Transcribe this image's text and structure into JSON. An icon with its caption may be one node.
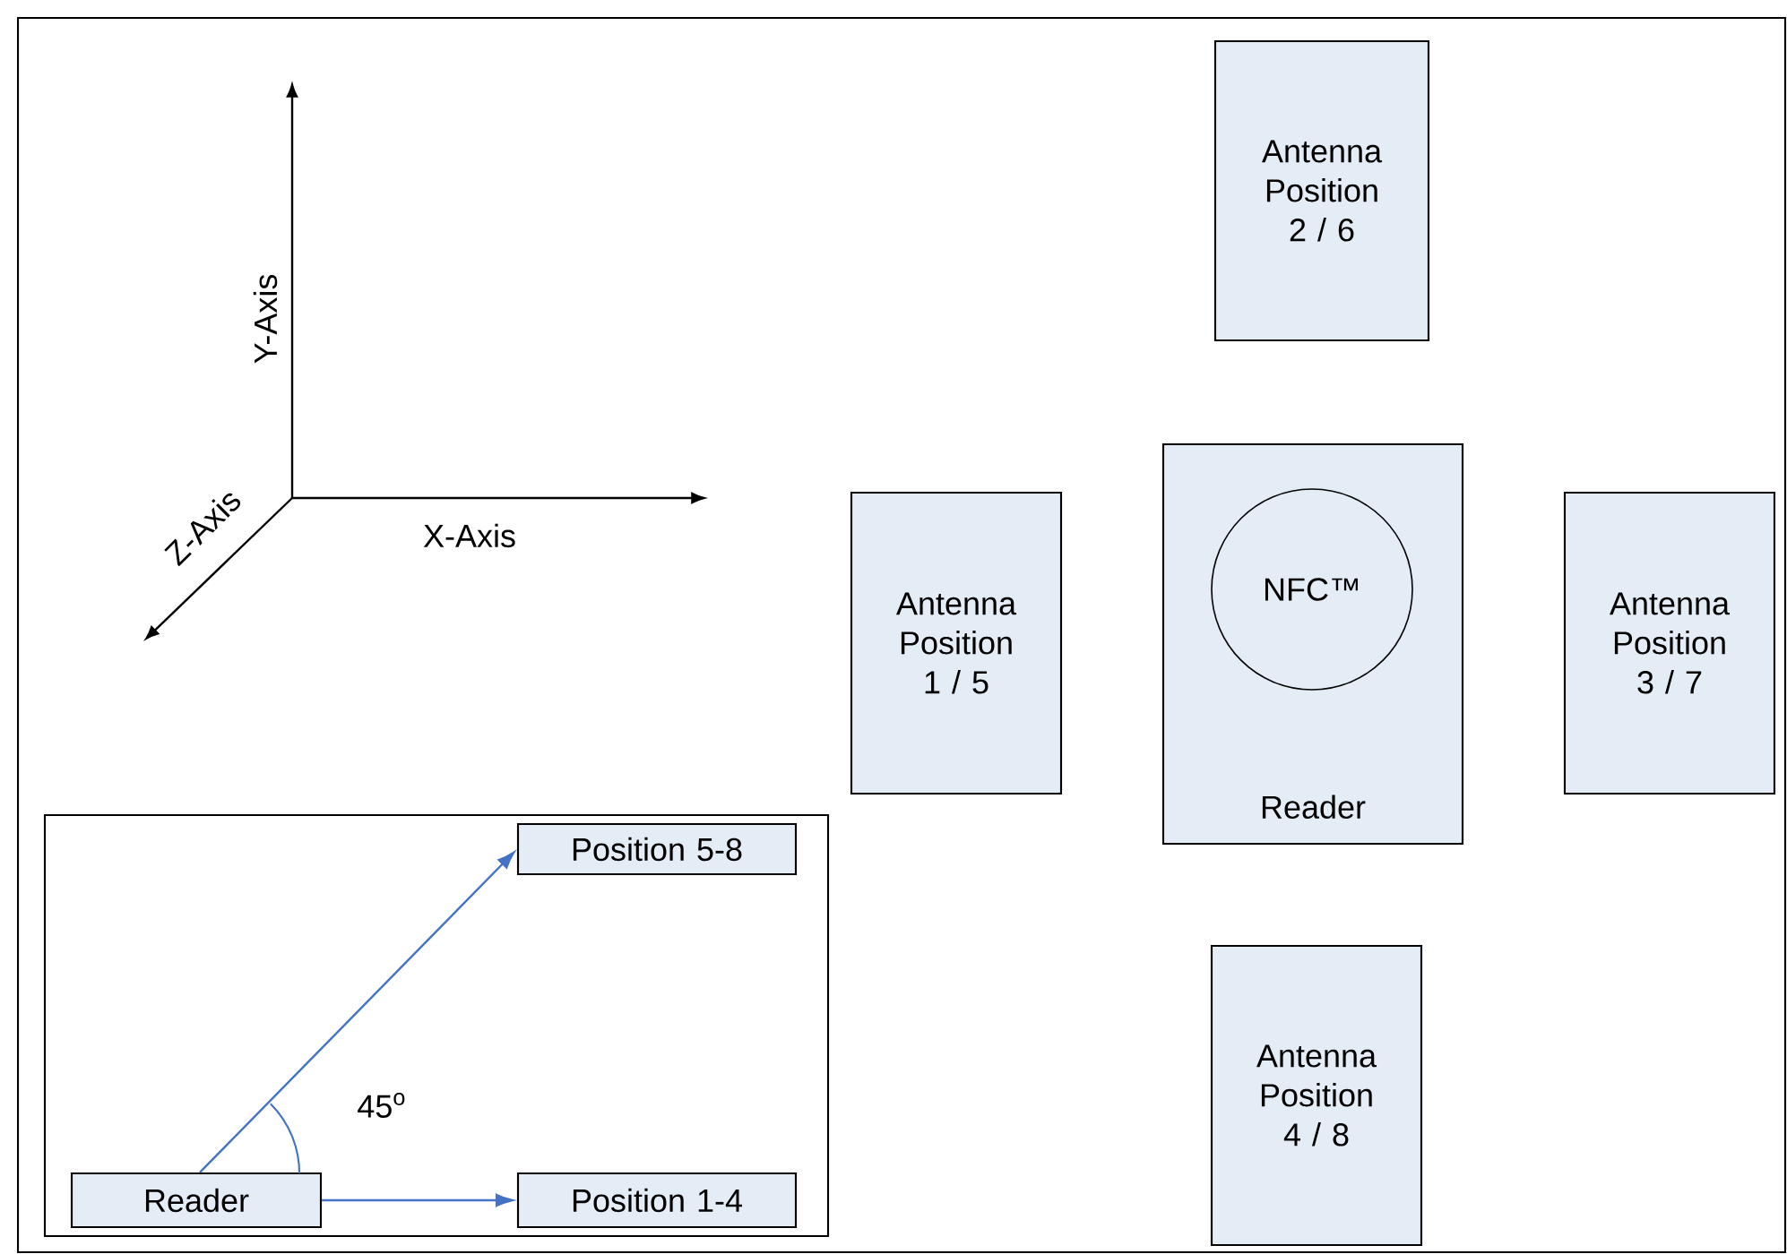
{
  "diagram": {
    "nodes": [
      {
        "text": [
          "Antenna Position 2 / 6"
        ]
      },
      {
        "text": [
          "Antenna Position 1 / 5"
        ]
      },
      {
        "text": [
          "Reader"
        ]
      },
      {
        "text": [
          "NFC™"
        ],
        "in": 2
      },
      {
        "text": [
          "Antenna Position 3 / 7"
        ]
      },
      {
        "text": [],
        "shape": "box"
      },
      {
        "text": [
          "Reader"
        ],
        "in": 5
      },
      {
        "text": [
          "Position 5-8"
        ],
        "in": 5
      },
      {
        "text": [
          "Position 1-4"
        ],
        "in": 5
      },
      {
        "text": [
          "Antenna Position 4 / 8"
        ]
      }
    ],
    "edges": [
      {
        "from": 6,
        "to": 7,
        "arrow": "to"
      },
      {
        "from": 6,
        "to": 8,
        "arrow": "to"
      }
    ],
    "labels": [
      "Y-Axis",
      "Z-Axis",
      "X-Axis",
      "45$^{o}$"
    ]
  }
}
